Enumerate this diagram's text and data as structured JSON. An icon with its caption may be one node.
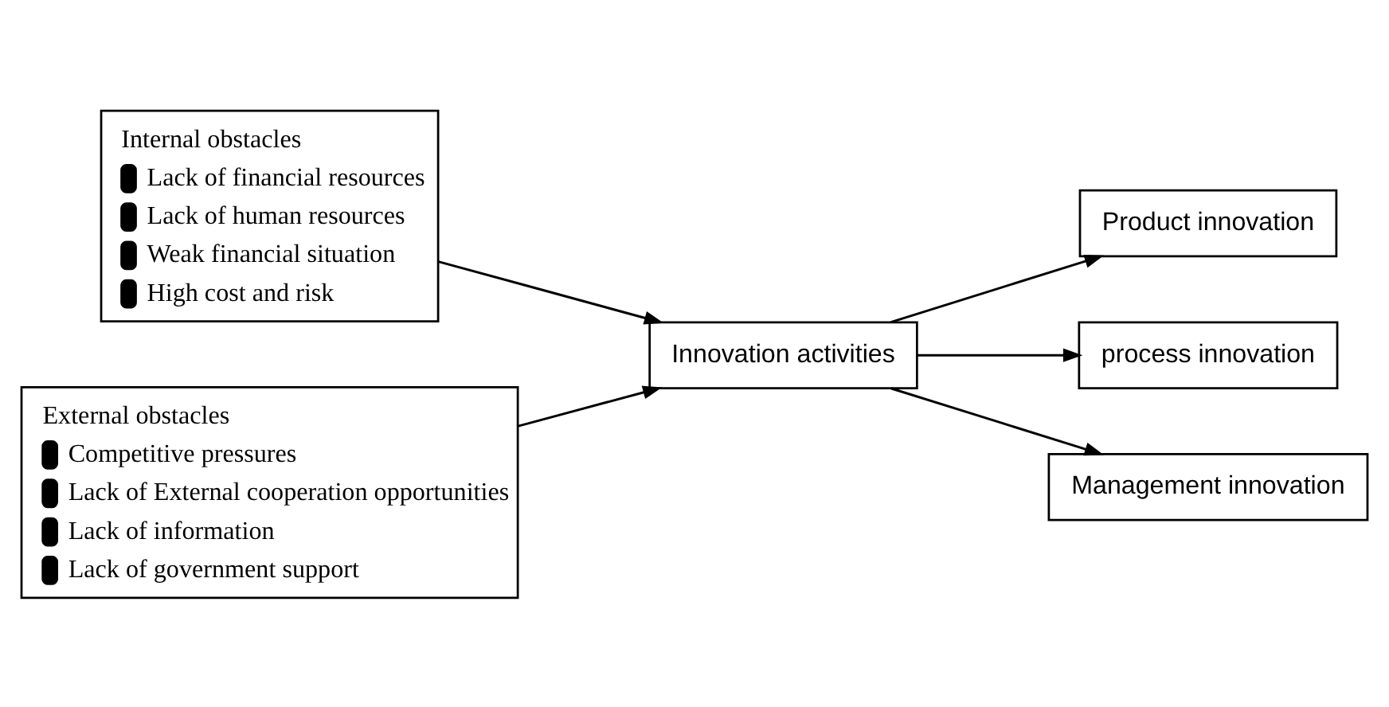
{
  "diagram": {
    "nodes": [
      {
        "text": [
          "Internal obstacles",
          "Lack of financial resources",
          "Lack of human resources",
          "Weak financial situation",
          "High cost and risk"
        ]
      },
      {
        "text": [
          "External obstacles",
          "Competitive pressures",
          "Lack of External cooperation opportunities",
          "Lack of information",
          "Lack of government support"
        ]
      },
      {
        "text": [
          "Innovation activities"
        ]
      },
      {
        "text": [
          "Product innovation"
        ]
      },
      {
        "text": [
          "process innovation"
        ]
      },
      {
        "text": [
          "Management innovation"
        ]
      }
    ],
    "edges": [
      {
        "from": 0,
        "to": 2,
        "arrow": "to"
      },
      {
        "from": 1,
        "to": 2,
        "arrow": "to"
      },
      {
        "from": 2,
        "to": 3,
        "arrow": "to"
      },
      {
        "from": 2,
        "to": 4,
        "arrow": "to"
      },
      {
        "from": 2,
        "to": 5,
        "arrow": "to"
      }
    ]
  }
}
